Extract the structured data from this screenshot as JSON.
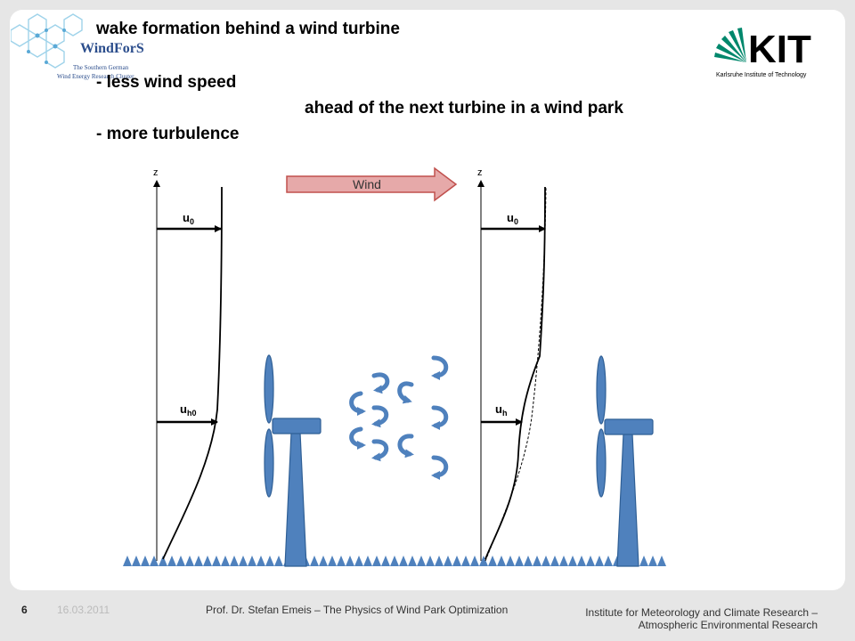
{
  "title_bullets": {
    "line1": "wake formation behind a wind turbine",
    "line2": "- less wind speed",
    "line3": "ahead of the next turbine in a wind park",
    "line4": "- more turbulence"
  },
  "logos": {
    "windfors_name": "WindForS",
    "windfors_tagline1": "The Southern German",
    "windfors_tagline2": "Wind Energy Research Cluster",
    "kit_name": "KIT",
    "kit_tagline": "Karlsruhe Institute of Technology"
  },
  "diagram": {
    "wind_label": "Wind",
    "left_axis_label": "z",
    "right_axis_label": "z",
    "left_u0_base": "u",
    "left_u0_sub": "0",
    "left_uh0_base": "u",
    "left_uh0_sub": "h0",
    "right_u0_base": "u",
    "right_u0_sub": "0",
    "right_uh_base": "u",
    "right_uh_sub": "h"
  },
  "colors": {
    "turbine_blue": "#4f81bd",
    "turbine_edge": "#2f5f95",
    "wind_arrow_fill": "#e6a9a9",
    "wind_arrow_edge": "#c0504d",
    "kit_green": "#00876c"
  },
  "footer": {
    "page_number": "6",
    "date": "16.03.2011",
    "author": "Prof. Dr. Stefan Emeis – The Physics of Wind Park Optimization",
    "institute_line1": "Institute for Meteorology and Climate Research –",
    "institute_line2": "Atmospheric Environmental Research"
  }
}
